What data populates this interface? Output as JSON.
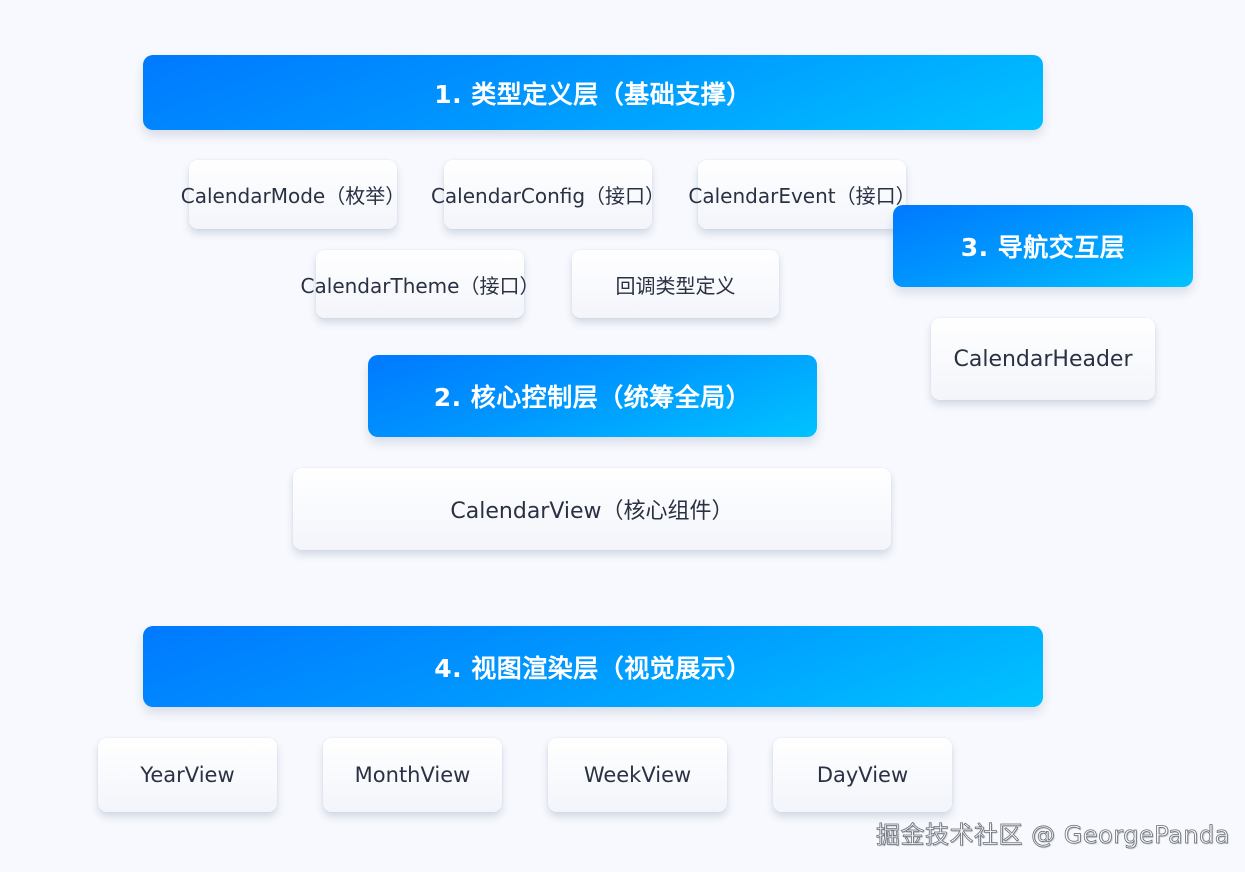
{
  "diagram": {
    "layers": [
      {
        "id": "layer-1",
        "title": "1. 类型定义层（基础支撑）",
        "items": [
          "CalendarMode（枚举）",
          "CalendarConfig（接口）",
          "CalendarEvent（接口）",
          "CalendarTheme（接口）",
          "回调类型定义"
        ]
      },
      {
        "id": "layer-2",
        "title": "2. 核心控制层（统筹全局）",
        "items": [
          "CalendarView（核心组件）"
        ]
      },
      {
        "id": "layer-3",
        "title": "3. 导航交互层",
        "items": [
          "CalendarHeader"
        ]
      },
      {
        "id": "layer-4",
        "title": "4. 视图渲染层（视觉展示）",
        "items": [
          "YearView",
          "MonthView",
          "WeekView",
          "DayView"
        ]
      }
    ],
    "colors": {
      "background": "#f7f9fe",
      "layer_gradient_start": "#0079ff",
      "layer_gradient_end": "#00c3ff",
      "layer_text": "#ffffff",
      "card_background": "#ffffff",
      "card_text": "#2a3142"
    }
  },
  "watermark": "掘金技术社区 @ GeorgePanda"
}
